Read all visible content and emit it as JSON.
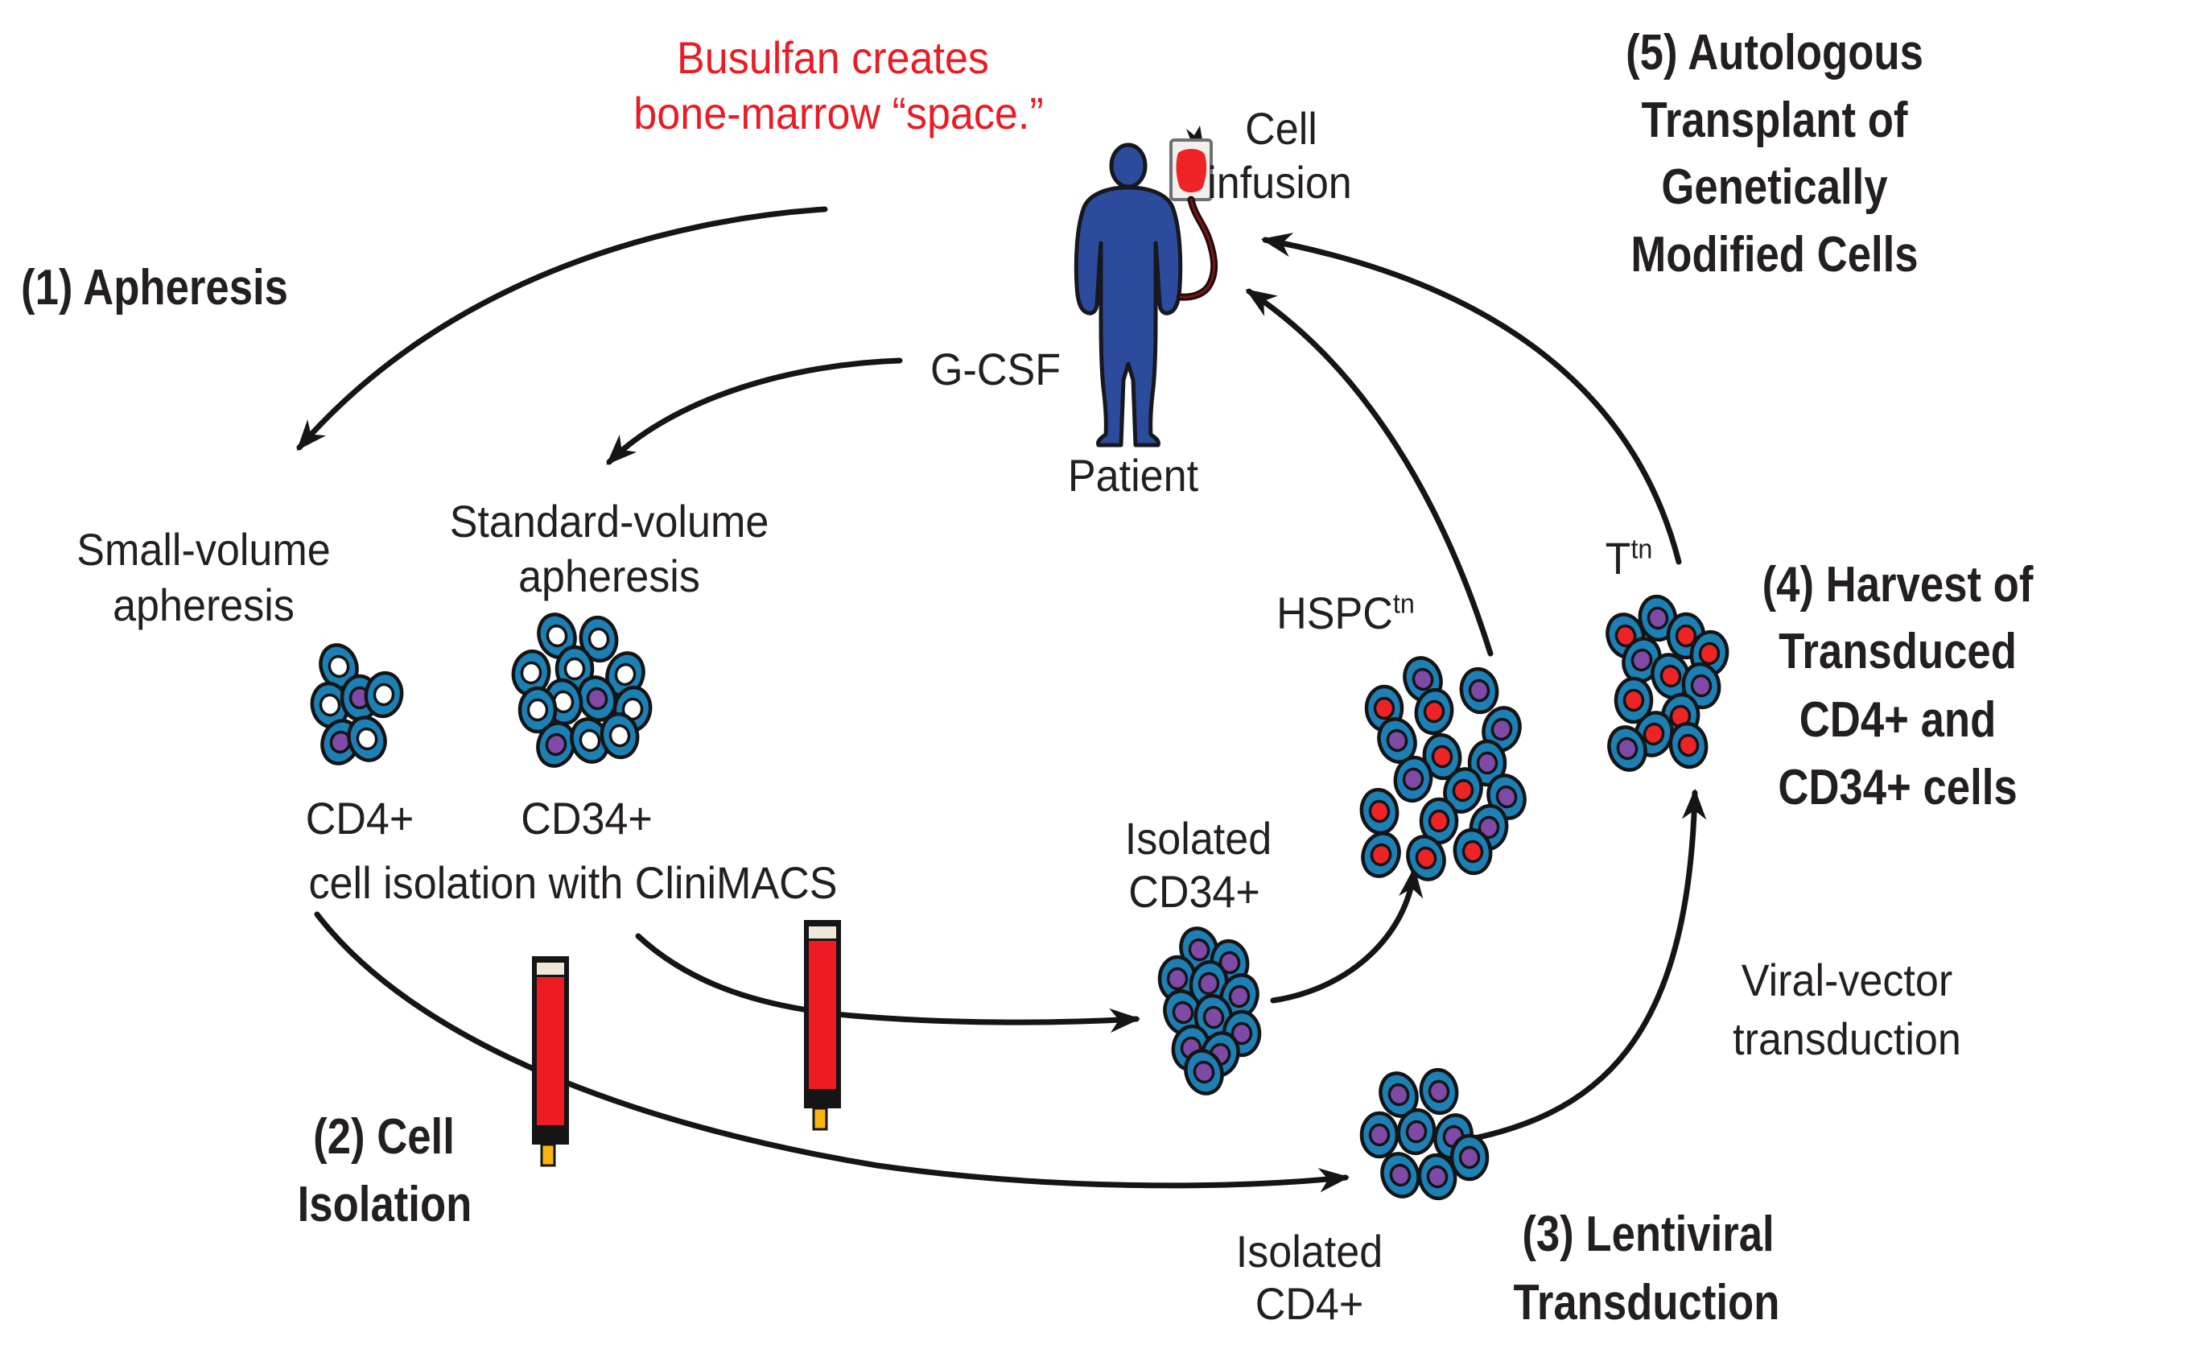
{
  "palette": {
    "red_text": "#e81c24",
    "black_text": "#231f20",
    "arrow_black": "#151515",
    "cell_ring": "#1d80b5",
    "cell_outline": "#141414",
    "nucleus_white": "#ffffff",
    "nucleus_purple": "#7e4aa5",
    "nucleus_red": "#ee2326",
    "patient_blue": "#2d4b9c",
    "column_red": "#ed1c24",
    "column_cap": "#efe8d8",
    "column_tip_yellow": "#f9b410",
    "bag_gray": "#f2f0ec"
  },
  "steps": {
    "step1": "(1) Apheresis",
    "step2_line1": "(2) Cell",
    "step2_line2": "Isolation",
    "step3_line1": "(3) Lentiviral",
    "step3_line2": "Transduction",
    "step4_line1": "(4) Harvest of",
    "step4_line2": "Transduced",
    "step4_line3": "CD4+ and",
    "step4_line4": "CD34+ cells",
    "step5_line1": "(5) Autologous",
    "step5_line2": "Transplant of",
    "step5_line3": "Genetically",
    "step5_line4": "Modified Cells"
  },
  "annotations": {
    "busulfan_line1": "Busulfan creates",
    "busulfan_line2": "bone-marrow “space.”",
    "cell_infusion_line1": "Cell",
    "cell_infusion_line2": "infusion",
    "gcsf": "G-CSF",
    "patient": "Patient",
    "small_volume_line1": "Small-volume",
    "small_volume_line2": "apheresis",
    "standard_volume_line1": "Standard-volume",
    "standard_volume_line2": "apheresis",
    "cd4": "CD4+",
    "cd34": "CD34+",
    "isolation_with_clinimacs": "cell isolation with CliniMACS",
    "isolated_cd34_line1": "Isolated",
    "isolated_cd34_line2": "CD34+",
    "isolated_cd4_line1": "Isolated",
    "isolated_cd4_line2": "CD4+",
    "viral_vector_line1": "Viral-vector",
    "viral_vector_line2": "transduction",
    "hspc_base": "HSPC",
    "hspc_sup": "tn",
    "t_base": "T",
    "t_sup": "tn"
  },
  "clusters": [
    {
      "name": "small-volume-cd4-cells",
      "cells": [
        [
          421,
          828,
          "w"
        ],
        [
          410,
          876,
          "w"
        ],
        [
          447,
          867,
          "p"
        ],
        [
          477,
          863,
          "w"
        ],
        [
          423,
          922,
          "p"
        ],
        [
          456,
          918,
          "w"
        ]
      ]
    },
    {
      "name": "standard-volume-cd34-cells",
      "cells": [
        [
          692,
          790,
          "w"
        ],
        [
          744,
          794,
          "w"
        ],
        [
          714,
          831,
          "w"
        ],
        [
          660,
          836,
          "w"
        ],
        [
          777,
          838,
          "w"
        ],
        [
          742,
          868,
          "p"
        ],
        [
          700,
          872,
          "w"
        ],
        [
          668,
          882,
          "w"
        ],
        [
          786,
          881,
          "w"
        ],
        [
          691,
          925,
          "p"
        ],
        [
          733,
          920,
          "w"
        ],
        [
          770,
          914,
          "w"
        ]
      ]
    },
    {
      "name": "isolated-cd34-cells",
      "cells": [
        [
          1490,
          1180,
          "p"
        ],
        [
          1528,
          1196,
          "p"
        ],
        [
          1463,
          1216,
          "p"
        ],
        [
          1502,
          1222,
          "p"
        ],
        [
          1540,
          1238,
          "p"
        ],
        [
          1470,
          1258,
          "p"
        ],
        [
          1508,
          1264,
          "p"
        ],
        [
          1543,
          1284,
          "p"
        ],
        [
          1480,
          1302,
          "p"
        ],
        [
          1516,
          1310,
          "p"
        ],
        [
          1496,
          1332,
          "p"
        ]
      ]
    },
    {
      "name": "hspc-transduced-cells",
      "cells": [
        [
          1768,
          844,
          "p"
        ],
        [
          1838,
          858,
          "p"
        ],
        [
          1720,
          880,
          "r"
        ],
        [
          1782,
          884,
          "r"
        ],
        [
          1866,
          906,
          "p"
        ],
        [
          1736,
          920,
          "p"
        ],
        [
          1792,
          940,
          "r"
        ],
        [
          1848,
          948,
          "p"
        ],
        [
          1756,
          968,
          "p"
        ],
        [
          1818,
          982,
          "r"
        ],
        [
          1872,
          990,
          "p"
        ],
        [
          1714,
          1008,
          "r"
        ],
        [
          1788,
          1020,
          "r"
        ],
        [
          1850,
          1028,
          "p"
        ],
        [
          1716,
          1062,
          "r"
        ],
        [
          1772,
          1066,
          "r"
        ],
        [
          1830,
          1058,
          "r"
        ]
      ]
    },
    {
      "name": "t-transduced-cells",
      "cells": [
        [
          2020,
          790,
          "r"
        ],
        [
          2060,
          768,
          "p"
        ],
        [
          2095,
          790,
          "r"
        ],
        [
          2124,
          812,
          "r"
        ],
        [
          2040,
          820,
          "p"
        ],
        [
          2076,
          840,
          "r"
        ],
        [
          2114,
          852,
          "p"
        ],
        [
          2030,
          870,
          "r"
        ],
        [
          2088,
          890,
          "r"
        ],
        [
          2055,
          912,
          "r"
        ],
        [
          2022,
          930,
          "p"
        ],
        [
          2098,
          926,
          "r"
        ]
      ]
    },
    {
      "name": "isolated-cd4-cells",
      "cells": [
        [
          1738,
          1360,
          "p"
        ],
        [
          1788,
          1356,
          "p"
        ],
        [
          1714,
          1410,
          "p"
        ],
        [
          1760,
          1406,
          "p"
        ],
        [
          1806,
          1412,
          "p"
        ],
        [
          1740,
          1460,
          "p"
        ],
        [
          1786,
          1462,
          "p"
        ],
        [
          1826,
          1438,
          "p"
        ]
      ]
    }
  ]
}
